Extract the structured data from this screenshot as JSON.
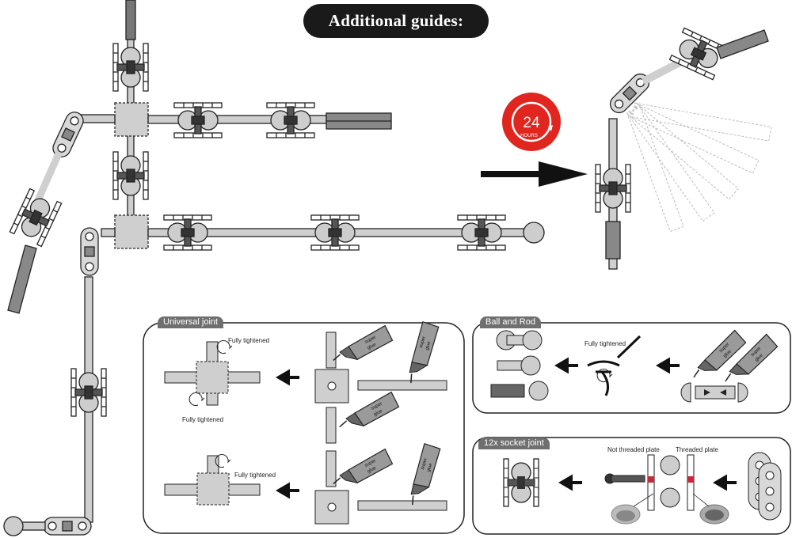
{
  "title": "Additional guides:",
  "timer": {
    "value": "24",
    "unit": "HOURS",
    "color": "#e0261f"
  },
  "panels": {
    "universal_joint": {
      "label": "Universal joint",
      "notes": {
        "tight_a": "Fully tightened",
        "tight_b": "Fully tightened",
        "tight_c": "Fully tightened"
      },
      "glue_label": [
        "super",
        "glue"
      ]
    },
    "ball_and_rod": {
      "label": "Ball and Rod",
      "notes": {
        "tight": "Fully tightened"
      }
    },
    "socket_joint": {
      "label": "12x socket joint",
      "notes": {
        "not_threaded": "Not threaded plate",
        "threaded": "Threaded plate"
      }
    }
  },
  "colors": {
    "stroke": "#222222",
    "rod": "#cfcfcf",
    "ball": "#cdcdcd",
    "dark": "#555555",
    "glue_accent": "#c8283a"
  }
}
